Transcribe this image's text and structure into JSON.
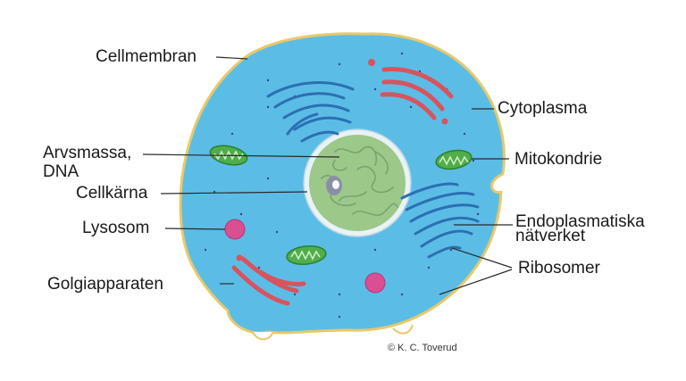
{
  "labels": {
    "cellmembran": "Cellmembran",
    "arvsmassa_line1": "Arvsmassa,",
    "arvsmassa_line2": "DNA",
    "cellkarna": "Cellkärna",
    "lysosom": "Lysosom",
    "golgiapparaten": "Golgiapparaten",
    "cytoplasma": "Cytoplasma",
    "mitokondrie": "Mitokondrie",
    "er_line1": "Endoplasmatiska",
    "er_line2": "nätverket",
    "ribosomer": "Ribosomer"
  },
  "credit": "© K. C. Toverud",
  "colors": {
    "cytoplasm": "#5bbde6",
    "membrane": "#e8c96a",
    "nucleus": "#9cc88a",
    "nucleus_ring": "#e9f2f5",
    "er": "#2c6fb3",
    "golgi": "#d7545f",
    "mitochondria": "#4fae4b",
    "lysosome": "#d94f92",
    "leader_line": "#2a2a2a"
  }
}
